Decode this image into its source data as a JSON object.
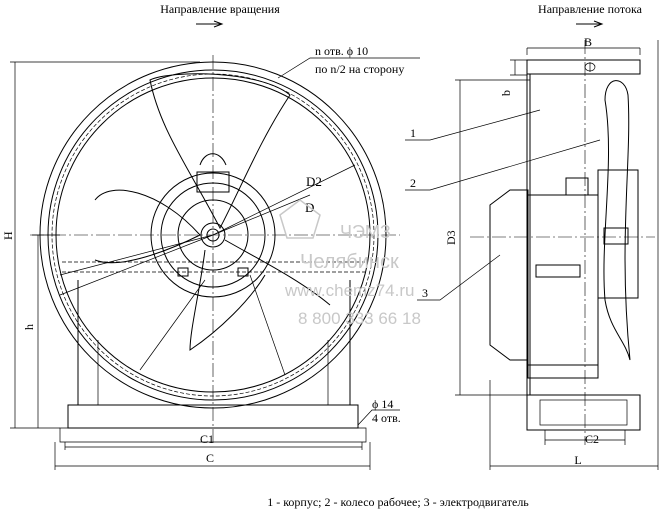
{
  "titles": {
    "rotation": "Направление вращения",
    "flow": "Направление потока"
  },
  "callout_holes": {
    "line1": "n отв. ϕ 10",
    "line2": "по n/2 на сторону"
  },
  "callout_base": {
    "line1": "ϕ 14",
    "line2": "4 отв."
  },
  "dims": {
    "H": "H",
    "h": "h",
    "C1": "C1",
    "C": "C",
    "D": "D",
    "D2": "D2",
    "D3": "D3",
    "B": "B",
    "b": "b",
    "L": "L",
    "C2": "C2"
  },
  "labels": {
    "p1": "1",
    "p2": "2",
    "p3": "3"
  },
  "watermark": {
    "brand": "ЧЭМЗ",
    "city": "Челябинск",
    "site": "www.chemz74.ru",
    "phone": "8 800 333 66 18"
  },
  "caption": "1 - корпус;  2 - колесо рабочее;  3 - электродвигатель"
}
